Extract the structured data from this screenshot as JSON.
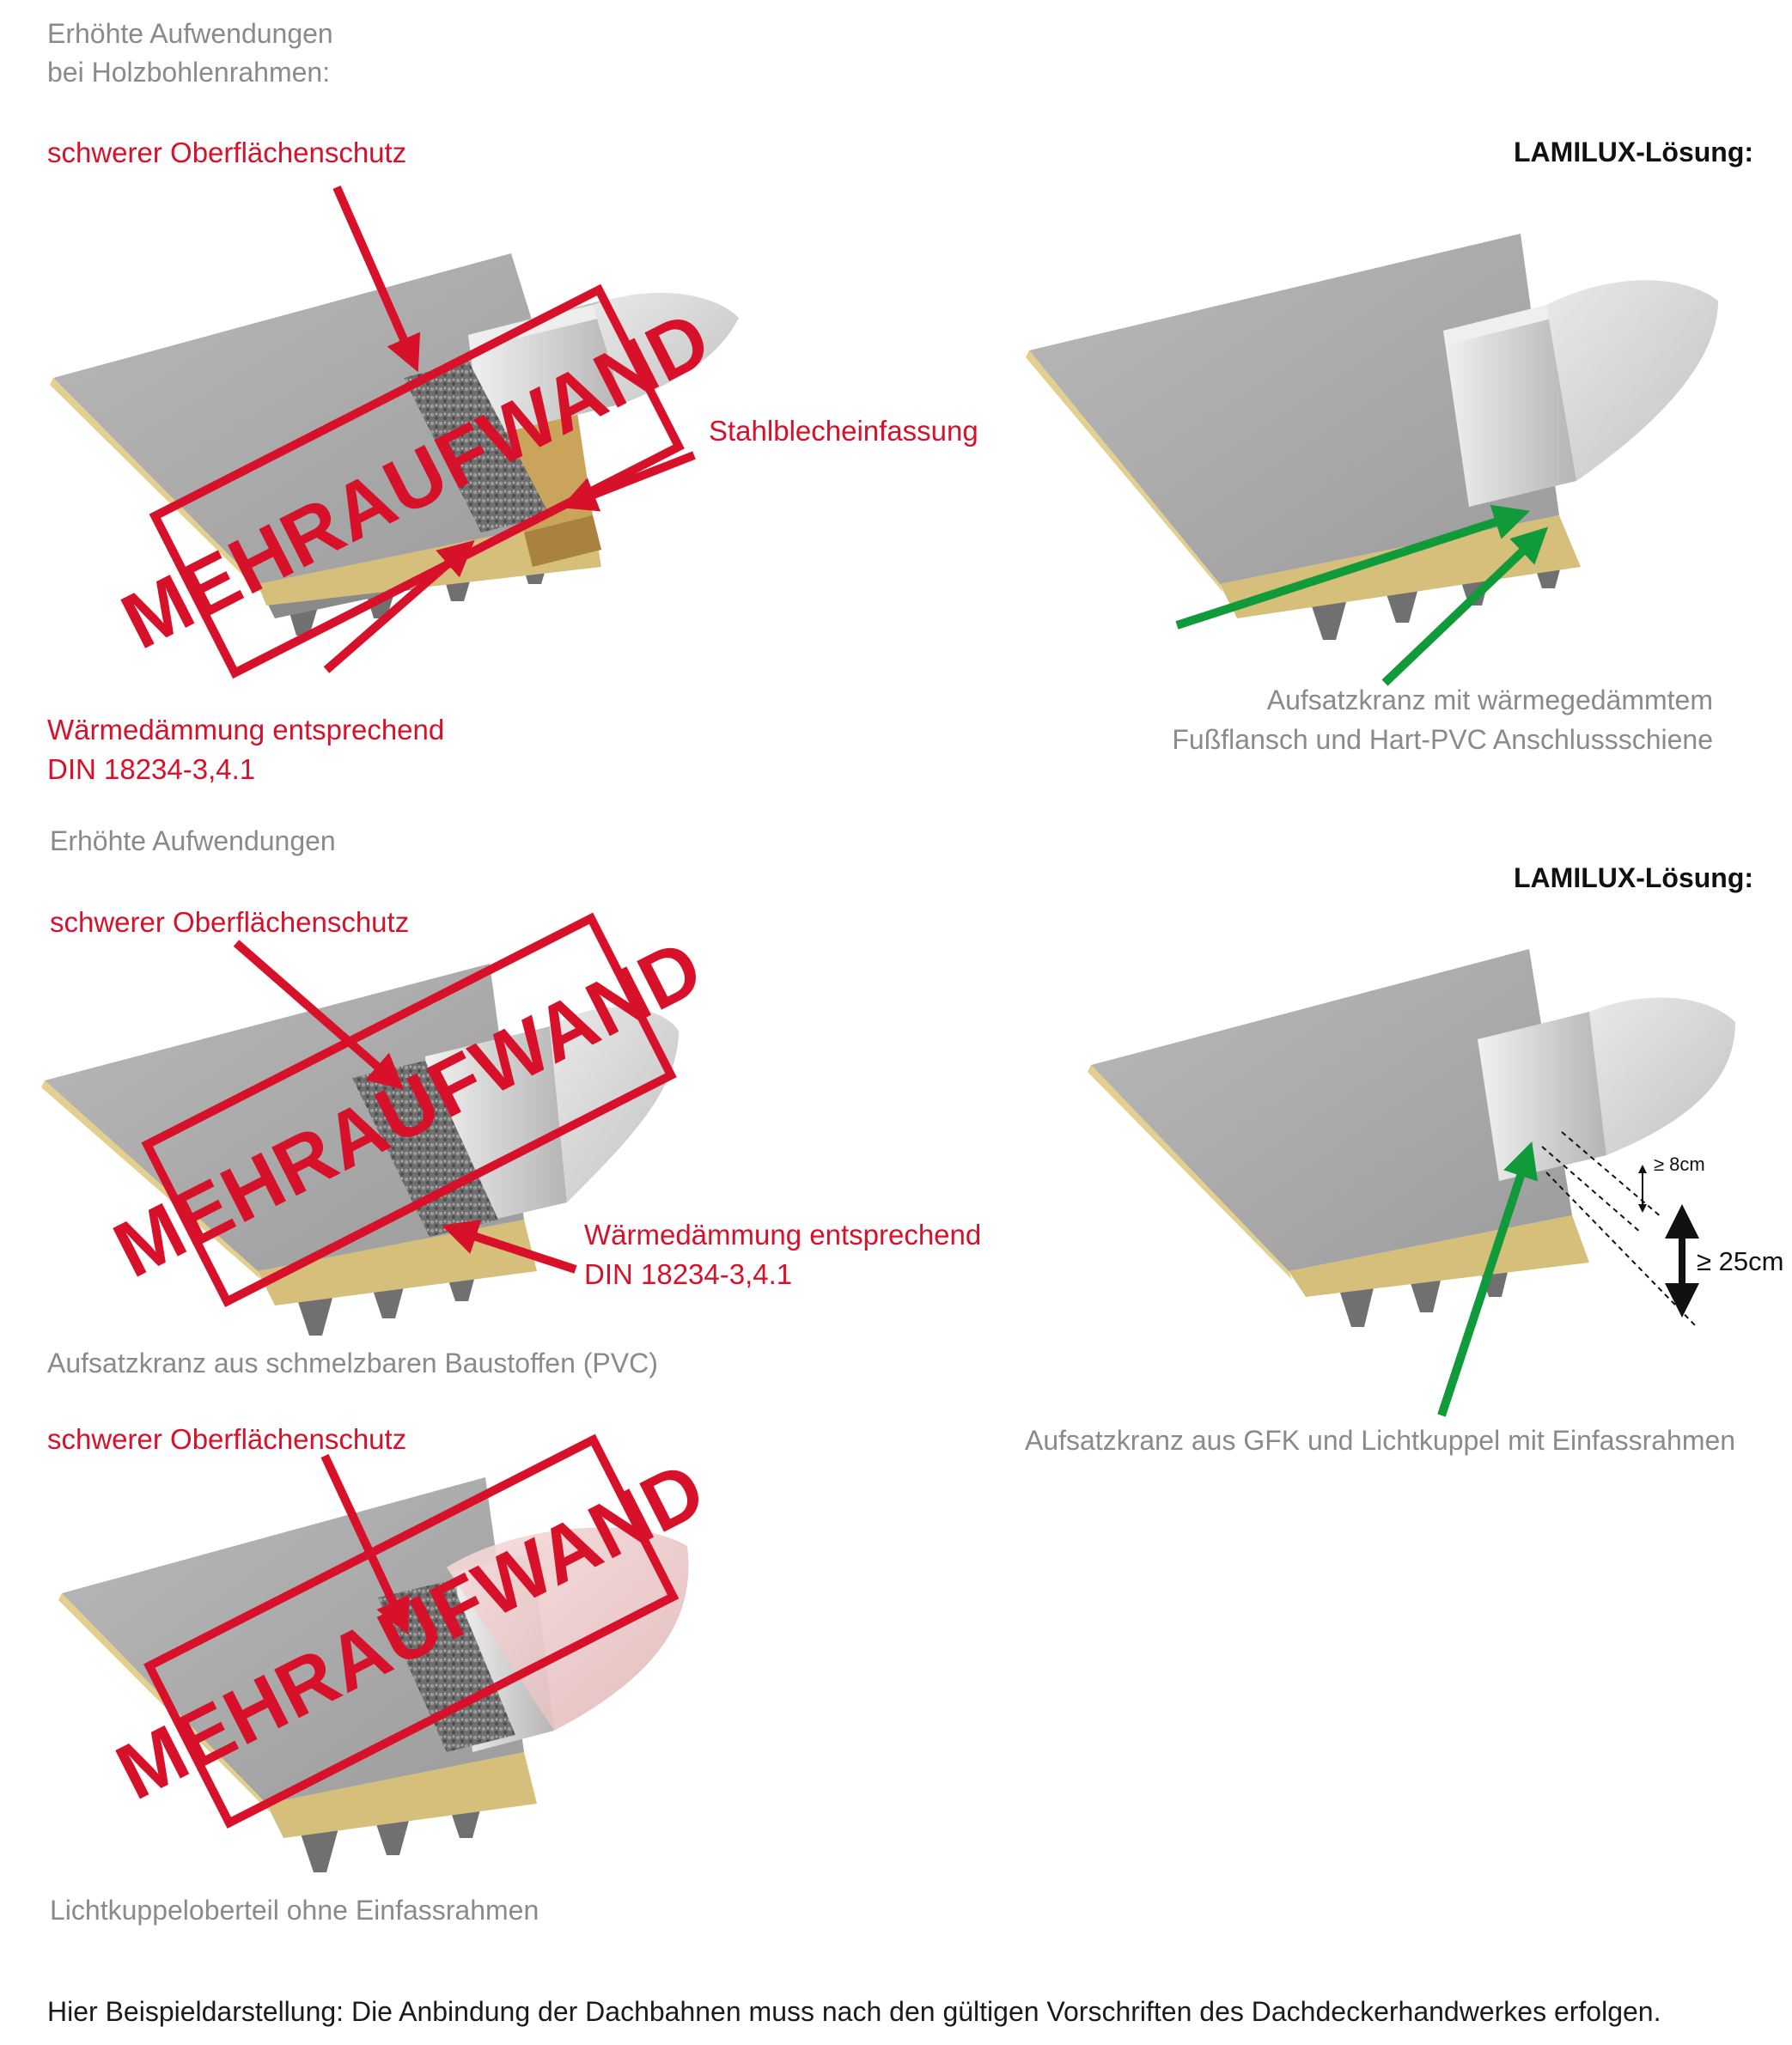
{
  "section1": {
    "heading_line1": "Erhöhte Aufwendungen",
    "heading_line2": "bei Holzbohlenrahmen:",
    "label_surface": "schwerer Oberflächenschutz",
    "label_steel": "Stahlblecheinfassung",
    "label_insulation_line1": "Wärmedämmung entsprechend",
    "label_insulation_line2": "DIN 18234-3,4.1",
    "stamp": "MEHRAUFWAND"
  },
  "solution1": {
    "heading": "LAMILUX-Lösung:",
    "caption_line1": "Aufsatzkranz mit wärmegedämmtem",
    "caption_line2": "Fußflansch und Hart-PVC Anschlussschiene"
  },
  "section2": {
    "heading": "Erhöhte Aufwendungen",
    "label_surface": "schwerer Oberflächenschutz",
    "label_insulation_line1": "Wärmedämmung entsprechend",
    "label_insulation_line2": "DIN 18234-3,4.1",
    "caption": "Aufsatzkranz aus schmelzbaren Baustoffen (PVC)",
    "stamp": "MEHRAUFWAND"
  },
  "solution2": {
    "heading": "LAMILUX-Lösung:",
    "dim_small": "≥ 8cm",
    "dim_large": "≥ 25cm",
    "caption": "Aufsatzkranz aus GFK und Lichtkuppel mit Einfassrahmen"
  },
  "section3": {
    "label_surface": "schwerer Oberflächenschutz",
    "caption": "Lichtkuppeloberteil ohne Einfassrahmen",
    "stamp": "MEHRAUFWAND"
  },
  "footer": {
    "note": "Hier Beispieldarstellung: Die Anbindung der Dachbahnen muss nach den gültigen Vorschriften des Dachdeckerhandwerkes erfolgen."
  },
  "colors": {
    "warning_red": "#d8112a",
    "solution_green": "#119a3a",
    "roof_gray": "#a3a3a3",
    "insulation_yellow": "#d6bf7a"
  }
}
